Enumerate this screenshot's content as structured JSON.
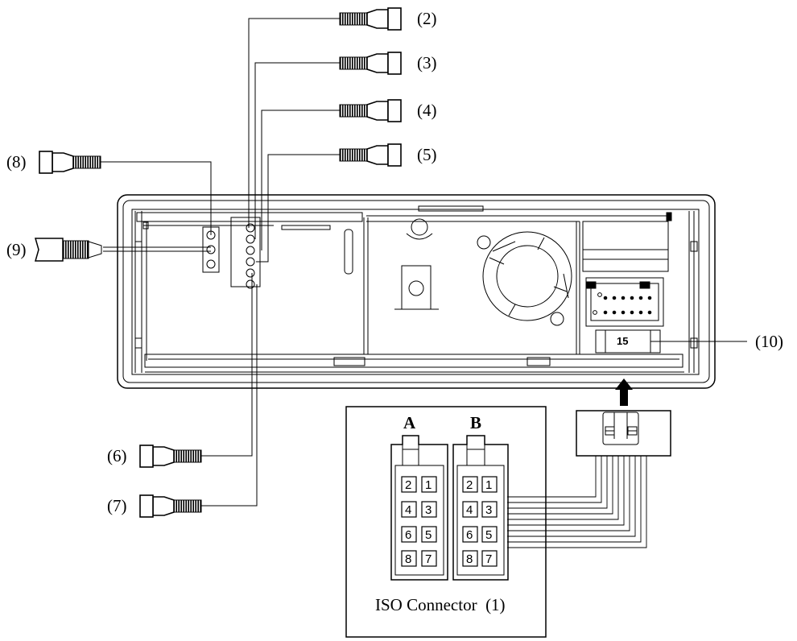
{
  "callouts": {
    "c2": "(2)",
    "c3": "(3)",
    "c4": "(4)",
    "c5": "(5)",
    "c6": "(6)",
    "c7": "(7)",
    "c8": "(8)",
    "c9": "(9)",
    "c10": "(10)"
  },
  "iso_connector": {
    "caption": "ISO Connector  (1)",
    "block_a_label": "A",
    "block_b_label": "B",
    "block_a_pins": [
      "2",
      "1",
      "4",
      "3",
      "6",
      "5",
      "8",
      "7"
    ],
    "block_b_pins": [
      "2",
      "1",
      "4",
      "3",
      "6",
      "5",
      "8",
      "7"
    ]
  },
  "unit": {
    "socket_number": "15"
  }
}
